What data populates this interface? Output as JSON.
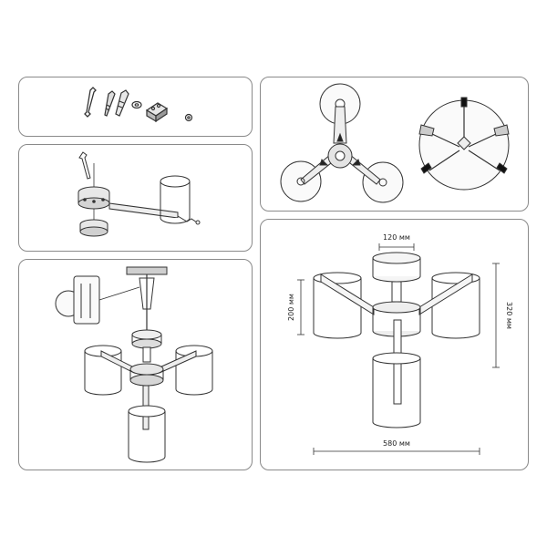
{
  "dimensions": {
    "top_width": "120 мм",
    "shade_height": "200 мм",
    "total_height": "320 мм",
    "total_width": "580 мм"
  },
  "colors": {
    "line": "#333333",
    "panel_border": "#8a8a8a",
    "light_fill": "#f2f2f2",
    "mid_fill": "#d9d9d9",
    "dark_fill": "#555555"
  },
  "icons": [
    "wrench-icon",
    "screw-icon",
    "dowel-icon",
    "washer-icon",
    "terminal-block-icon",
    "nut-icon"
  ]
}
